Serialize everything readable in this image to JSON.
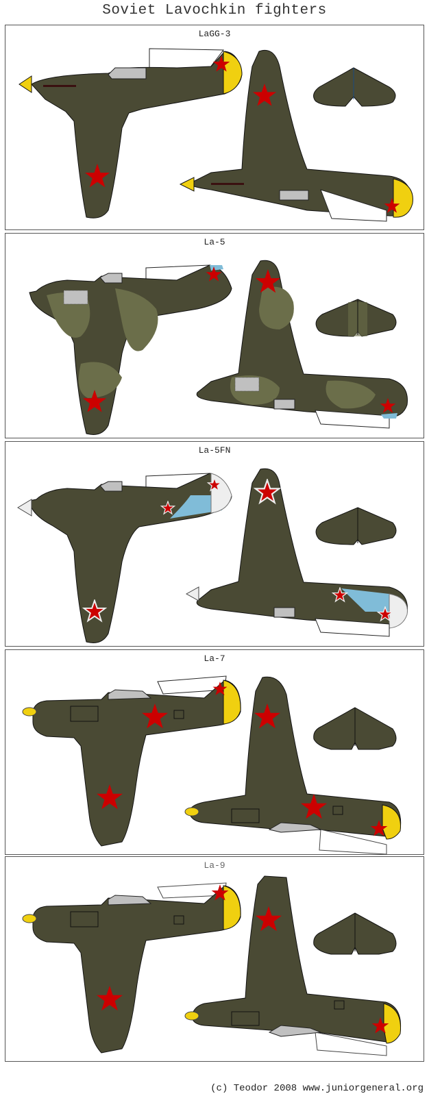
{
  "title": "Soviet Lavochkin fighters",
  "footer": "(c) Teodor 2008 www.juniorgeneral.org",
  "colors": {
    "olive": "#4a4a34",
    "camo_light": "#6b6e4a",
    "yellow": "#f0d010",
    "red_star": "#cc0000",
    "light_blue": "#80bcd8",
    "canopy_grey": "#c0c0c0",
    "white_spinner": "#eeeeee"
  },
  "panels": [
    {
      "label": "LaGG-3",
      "scheme": "olive",
      "nose": "yellow",
      "tail": "yellow"
    },
    {
      "label": "La-5",
      "scheme": "camouflage",
      "nose": "olive",
      "tail": "light-blue-tip"
    },
    {
      "label": "La-5FN",
      "scheme": "olive",
      "nose": "white",
      "tail": "white-striped-rudder"
    },
    {
      "label": "La-7",
      "scheme": "olive",
      "nose": "yellow",
      "tail": "yellow"
    },
    {
      "label": "La-9",
      "scheme": "olive",
      "nose": "yellow",
      "tail": "yellow"
    }
  ]
}
